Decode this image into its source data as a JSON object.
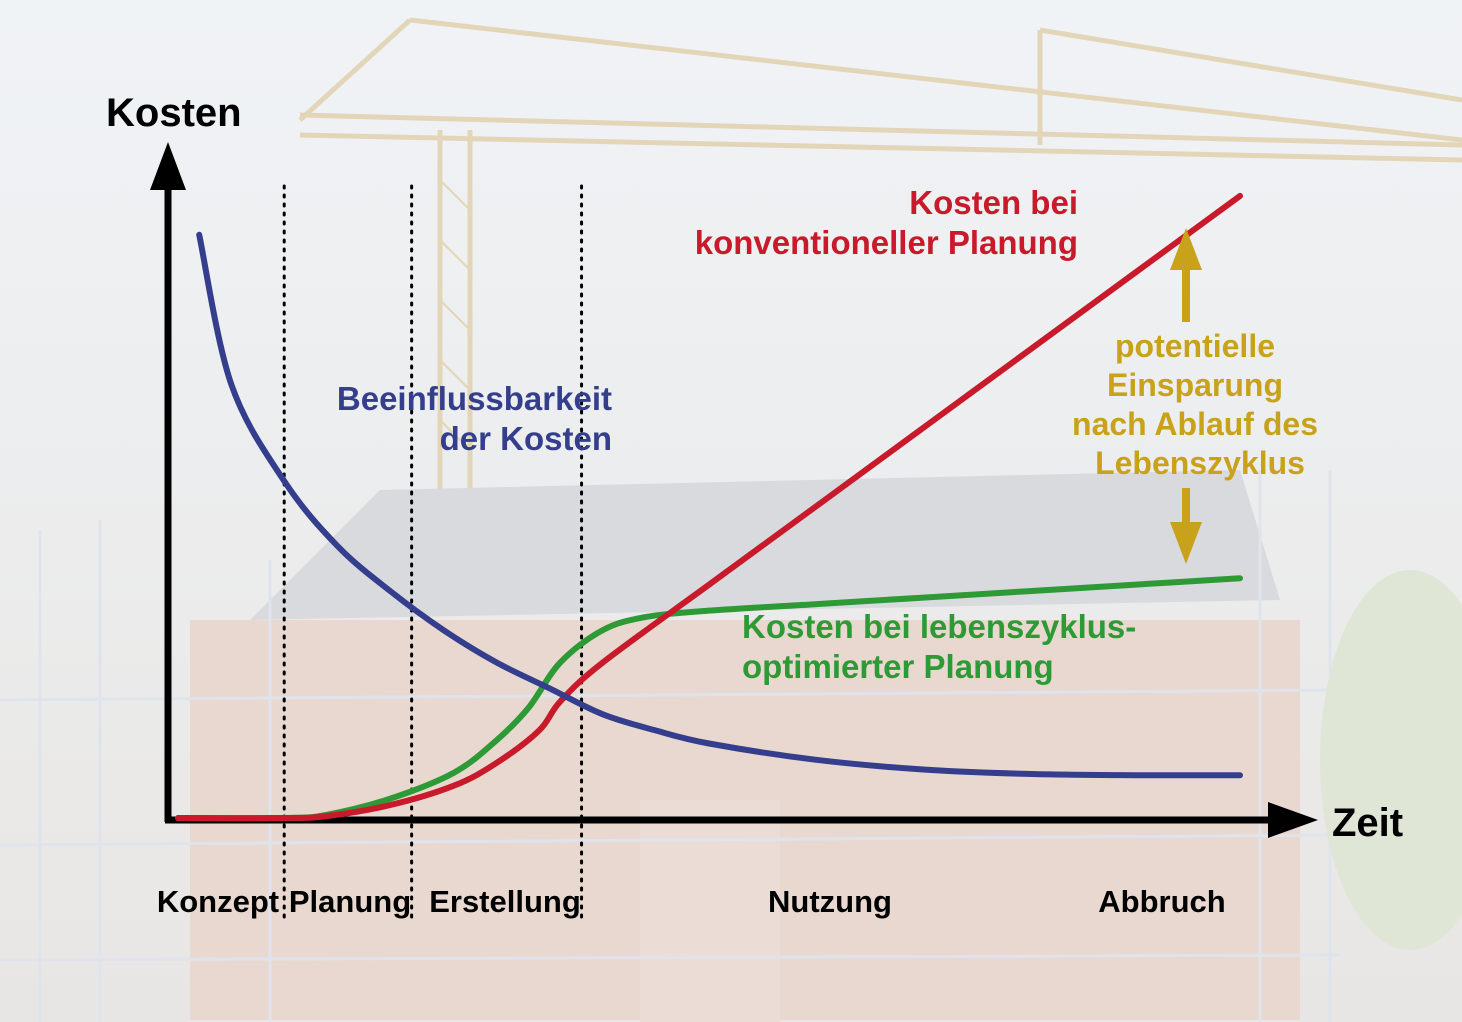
{
  "chart_data": {
    "type": "line",
    "ylabel": "Kosten",
    "xlabel": "Zeit",
    "phases": [
      "Konzept",
      "Planung",
      "Erstellung",
      "Nutzung",
      "Abbruch"
    ],
    "phase_boundaries": [
      0.1,
      0.22,
      0.38
    ],
    "xlim": [
      0,
      1
    ],
    "ylim": [
      0,
      1
    ],
    "series": [
      {
        "key": "influence",
        "name_lines": [
          "Beeinflussbarkeit",
          "der Kosten"
        ],
        "color": "#343e8c",
        "x": [
          0.02,
          0.05,
          0.1,
          0.15,
          0.2,
          0.25,
          0.3,
          0.35,
          0.4,
          0.45,
          0.5,
          0.6,
          0.7,
          0.8,
          0.9,
          1.0
        ],
        "y": [
          0.9,
          0.67,
          0.52,
          0.42,
          0.35,
          0.29,
          0.24,
          0.2,
          0.16,
          0.135,
          0.115,
          0.09,
          0.075,
          0.068,
          0.066,
          0.066
        ]
      },
      {
        "key": "conventional",
        "name_lines": [
          "Kosten bei",
          "konventioneller Planung"
        ],
        "color": "#c81a2a",
        "x": [
          0.0,
          0.1,
          0.14,
          0.2,
          0.26,
          0.3,
          0.34,
          0.36,
          0.4,
          0.5,
          0.6,
          0.7,
          0.8,
          0.9,
          1.0
        ],
        "y": [
          0.0,
          0.0,
          0.003,
          0.02,
          0.05,
          0.085,
          0.135,
          0.18,
          0.24,
          0.36,
          0.48,
          0.6,
          0.72,
          0.84,
          0.96
        ]
      },
      {
        "key": "lifecycle",
        "name_lines": [
          "Kosten bei lebenszyklus-",
          "optimierter Planung"
        ],
        "color": "#2e9a36",
        "x": [
          0.0,
          0.1,
          0.14,
          0.2,
          0.26,
          0.3,
          0.33,
          0.36,
          0.4,
          0.44,
          0.5,
          0.6,
          0.7,
          0.8,
          0.9,
          1.0
        ],
        "y": [
          0.0,
          0.0,
          0.005,
          0.03,
          0.07,
          0.12,
          0.17,
          0.24,
          0.29,
          0.31,
          0.32,
          0.33,
          0.34,
          0.35,
          0.36,
          0.37
        ]
      }
    ],
    "annotation": {
      "lines": [
        "potentielle",
        "Einsparung",
        "nach Ablauf des",
        "Lebenszyklus"
      ],
      "color": "#c9a21c"
    }
  }
}
